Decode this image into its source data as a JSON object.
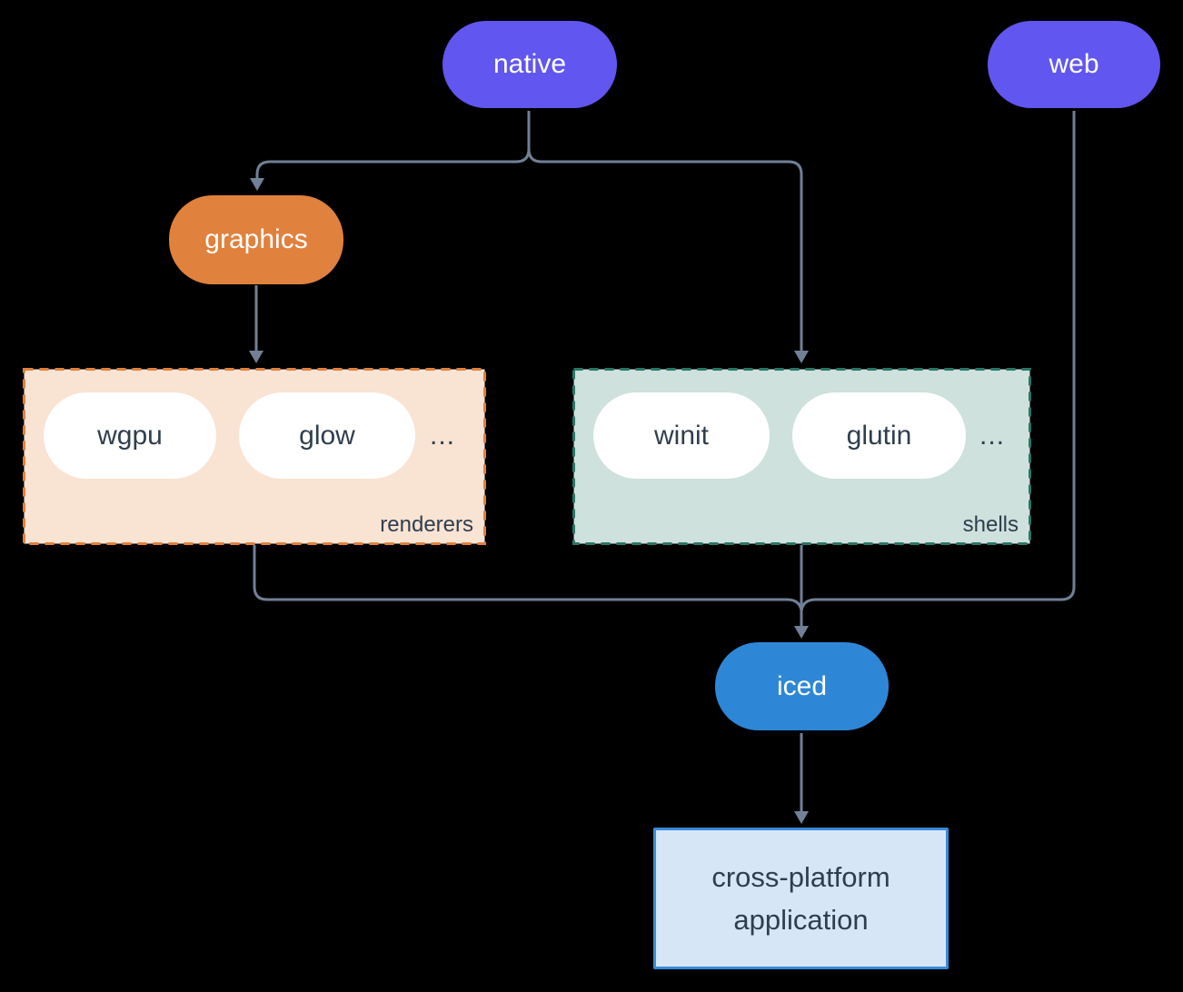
{
  "diagram": {
    "nodes": {
      "native": "native",
      "web": "web",
      "graphics": "graphics",
      "iced": "iced",
      "application": {
        "line1": "cross-platform",
        "line2": "application"
      }
    },
    "groups": {
      "renderers": {
        "label": "renderers",
        "items": [
          "wgpu",
          "glow"
        ],
        "ellipsis": "..."
      },
      "shells": {
        "label": "shells",
        "items": [
          "winit",
          "glutin"
        ],
        "ellipsis": "..."
      }
    },
    "colors": {
      "background": "#000000",
      "node_purple": "#6156f0",
      "node_orange": "#e0813d",
      "node_blue": "#2e87d6",
      "node_text": "#ffffff",
      "pill_bg": "#ffffff",
      "dark_text": "#2f3e4e",
      "renderers_fill": "#f9e3d3",
      "renderers_border": "#e0813d",
      "shells_fill": "#cee1dc",
      "shells_border": "#2a7666",
      "app_fill": "#d6e6f7",
      "app_border": "#3a8ad8",
      "wire": "#718096"
    }
  }
}
